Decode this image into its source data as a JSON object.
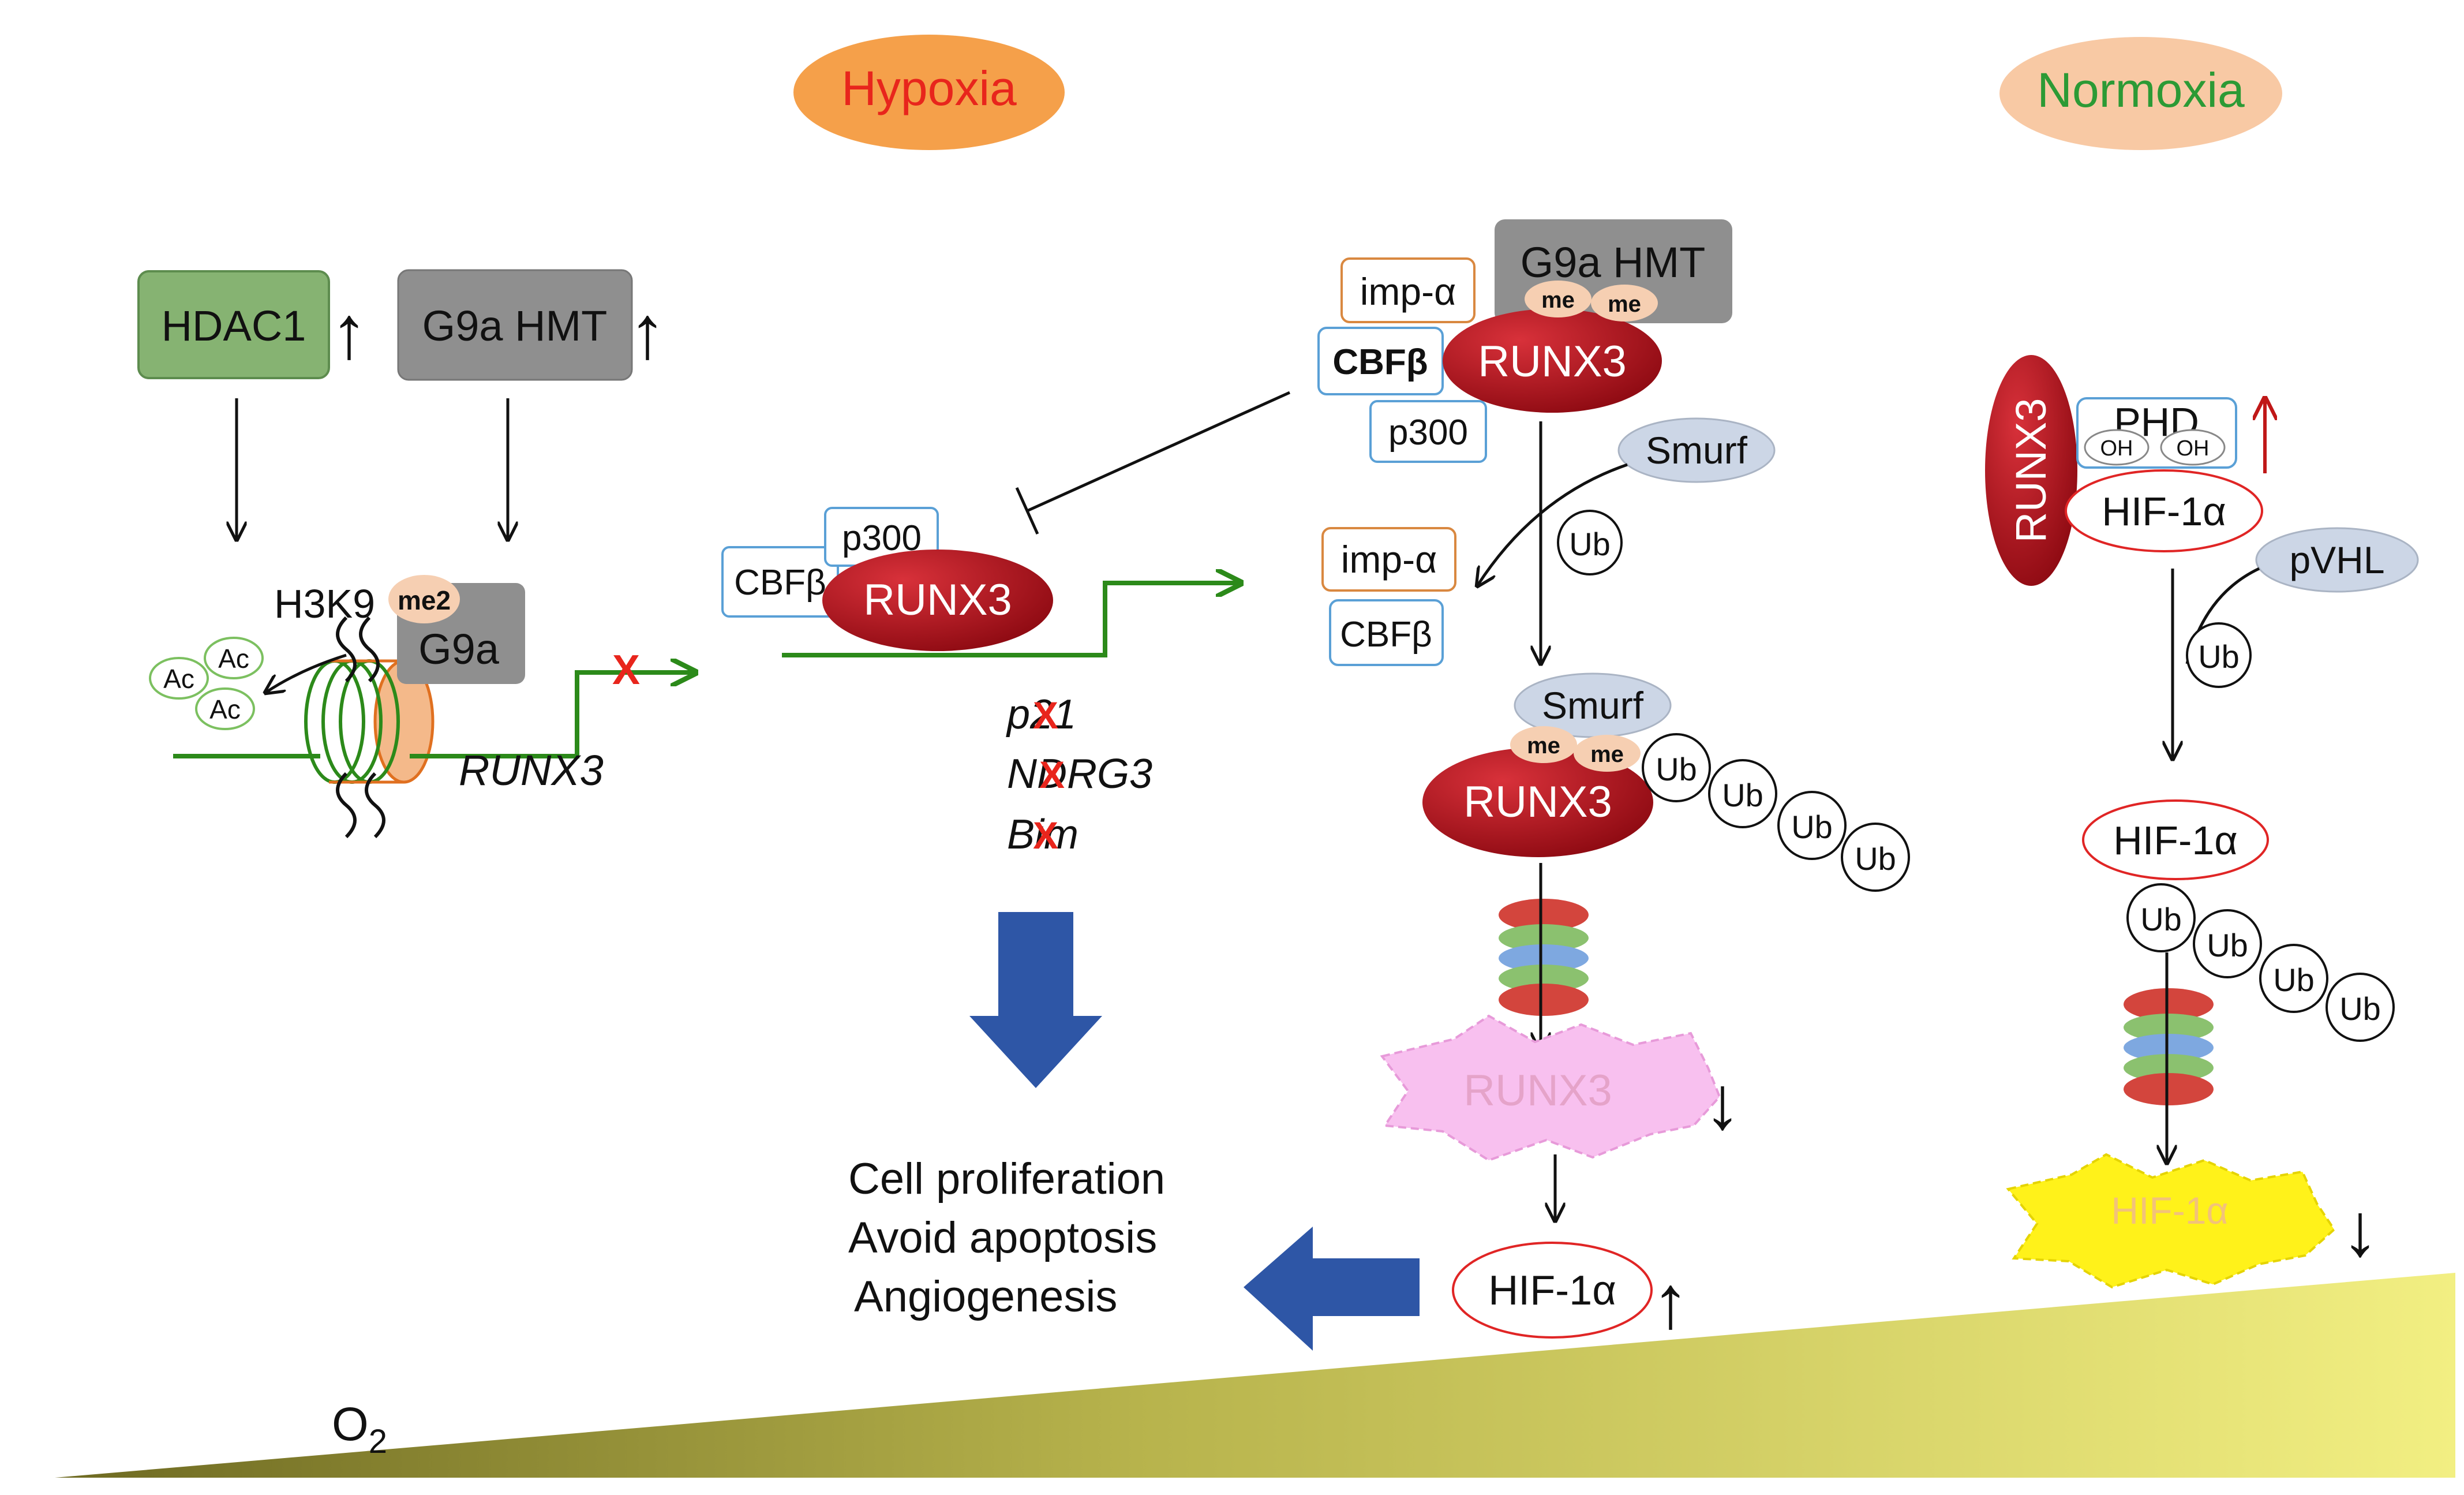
{
  "conditions": {
    "hypoxia": "Hypoxia",
    "normoxia": "Normoxia"
  },
  "enzymes": {
    "hdac1": "HDAC1",
    "g9a_hmt": "G9a HMT",
    "g9a": "G9a",
    "smurf": "Smurf",
    "pvhl": "pVHL",
    "phd": "PHD"
  },
  "marks": {
    "h3k9": "H3K9",
    "me2": "me2",
    "me": "me",
    "ac": "Ac",
    "ub": "Ub",
    "oh": "OH"
  },
  "proteins": {
    "runx3": "RUNX3",
    "cbfb": "CBFβ",
    "p300": "p300",
    "imp_a": "imp-α",
    "hif": "HIF-1α"
  },
  "genes": {
    "runx3_gene": "RUNX3",
    "targets": [
      "p21",
      "NDRG3",
      "Bim"
    ]
  },
  "outcomes": [
    "Cell proliferation",
    "Avoid apoptosis",
    "Angiogenesis"
  ],
  "o2": {
    "symbol": "O",
    "subscript": "2"
  },
  "symbols": {
    "up": "↑",
    "down": "↓",
    "block": "X"
  },
  "colors": {
    "hypoxia_text": "#e8251c",
    "hypoxia_bg": "#f5a04a",
    "normoxia_text": "#2c9a35",
    "normoxia_bg": "#f8c9a4",
    "runx3": "#a90e18",
    "hdac1": "#86b372",
    "g9a": "#8f8f8f",
    "dna": "#2c8a1a",
    "wedge": "#e9e77a",
    "arrow_blue": "#2e56a6"
  }
}
